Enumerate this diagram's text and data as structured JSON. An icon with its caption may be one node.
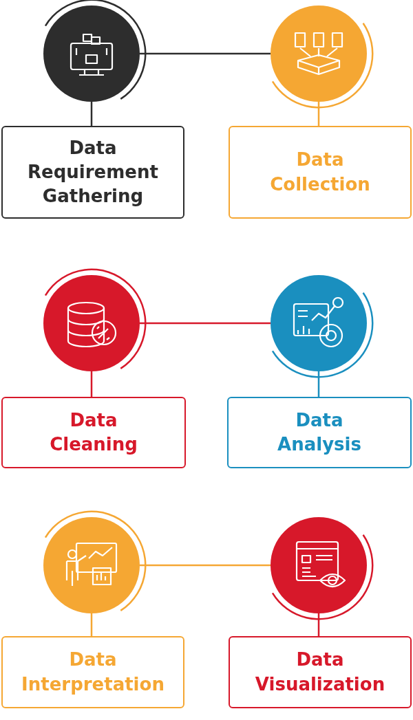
{
  "diagram": {
    "nodes": [
      {
        "text": [],
        "shape": "circle"
      },
      {
        "text": [],
        "shape": "circle"
      },
      {
        "text": [
          "Data Requirement Gathering"
        ]
      },
      {
        "text": [
          "Data Collection"
        ]
      },
      {
        "text": [],
        "shape": "circle"
      },
      {
        "text": [],
        "shape": "circle"
      },
      {
        "text": [
          "Data Cleaning"
        ]
      },
      {
        "text": [
          "Data Analysis"
        ]
      },
      {
        "text": [],
        "shape": "circle"
      },
      {
        "text": [],
        "shape": "circle"
      },
      {
        "text": [
          "Data Interpretation"
        ]
      },
      {
        "text": [
          "Data Visualization"
        ]
      }
    ],
    "edges": [
      {
        "from": 0,
        "to": 1,
        "arrow": "none",
        "color": "#2d2d2d"
      },
      {
        "from": 0,
        "to": 2,
        "arrow": "none",
        "color": "#2d2d2d"
      },
      {
        "from": 1,
        "to": 3,
        "arrow": "none",
        "color": "#f5a733"
      },
      {
        "from": 4,
        "to": 5,
        "arrow": "none",
        "color": "#d7182a"
      },
      {
        "from": 4,
        "to": 6,
        "arrow": "none",
        "color": "#d7182a"
      },
      {
        "from": 5,
        "to": 7,
        "arrow": "none",
        "color": "#1a8fbf"
      },
      {
        "from": 8,
        "to": 9,
        "arrow": "none",
        "color": "#f5a733"
      },
      {
        "from": 8,
        "to": 10,
        "arrow": "none",
        "color": "#f5a733"
      },
      {
        "from": 9,
        "to": 11,
        "arrow": "none",
        "color": "#d7182a"
      }
    ]
  }
}
